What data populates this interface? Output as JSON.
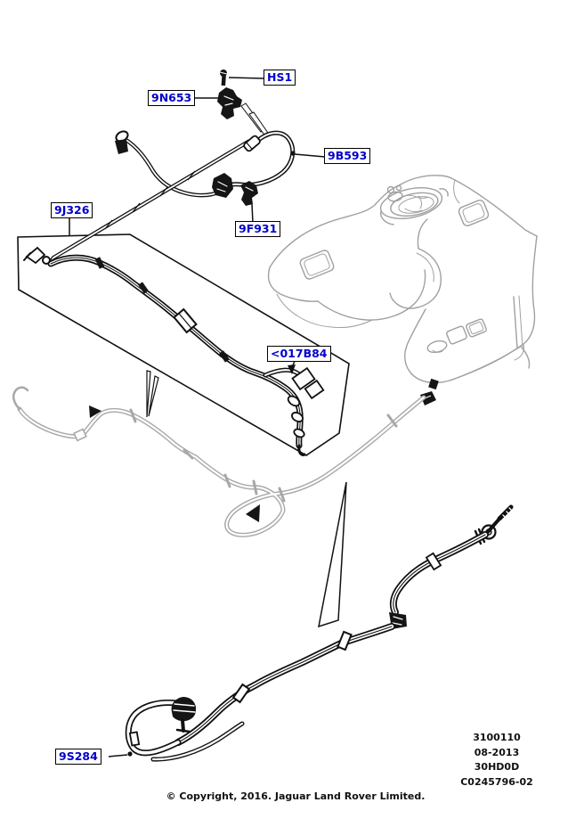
{
  "title": "Fuel lines parts diagram",
  "labels": {
    "hs1": {
      "text": "HS1"
    },
    "p9n653": {
      "text": "9N653"
    },
    "p9b593": {
      "text": "9B593"
    },
    "p9f931": {
      "text": "9F931"
    },
    "p9j326": {
      "text": "9J326"
    },
    "p017b84": {
      "text": "<017B84"
    },
    "p9s284": {
      "text": "9S284"
    }
  },
  "plate": {
    "line1": "3100110",
    "line2": "08-2013",
    "line3": "30HD0D",
    "line4": "C0245796-02"
  },
  "footer": {
    "copyright": "© Copyright, 2016. Jaguar Land Rover Limited."
  },
  "colors": {
    "label_blue": "#0000cc",
    "line_black": "#111111",
    "tank_gray": "#a0a0a0",
    "harness_gray": "#a8a8a8",
    "background": "#ffffff"
  }
}
